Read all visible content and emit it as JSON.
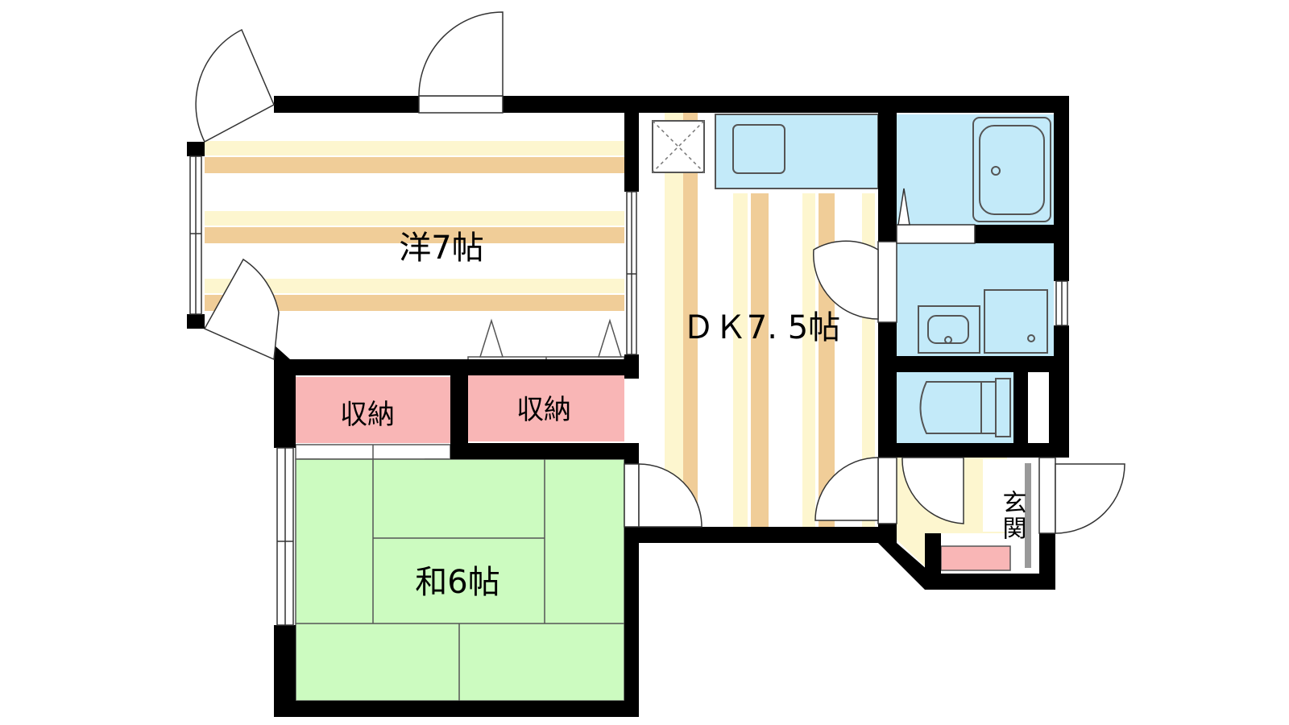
{
  "rooms": {
    "western": {
      "label": "洋7帖"
    },
    "dining_kitchen": {
      "label": "ＤＫ7. 5帖"
    },
    "japanese": {
      "label": "和6帖"
    },
    "storage_left": {
      "label": "収納"
    },
    "storage_right": {
      "label": "収納"
    },
    "entrance": {
      "label": "玄関"
    }
  },
  "colors": {
    "wall": "#000000",
    "flooring_stripe": "#f0cd98",
    "flooring_light": "#fdf6cf",
    "storage": "#f9b6b6",
    "tatami": "#ccfbc0",
    "wet_area": "#c3eaf9",
    "entrance_floor": "#fdf6cf"
  }
}
